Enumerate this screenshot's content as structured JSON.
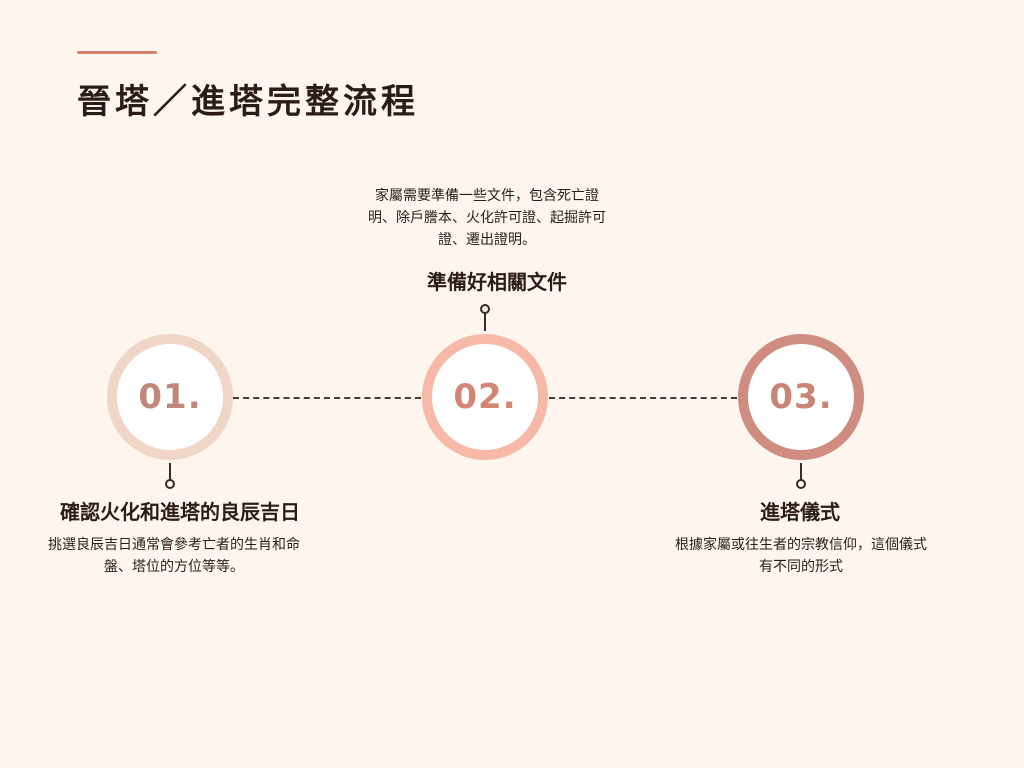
{
  "title": "晉塔／進塔完整流程",
  "colors": {
    "background": "#fdf5ee",
    "accent": "#d9826b",
    "ring_1": "#f0d6c7",
    "ring_2": "#f6b9a7",
    "ring_3": "#cf8d82"
  },
  "steps": [
    {
      "number": "01.",
      "title": "確認火化和進塔的良辰吉日",
      "description": "挑選良辰吉日通常會參考亡者的生肖和命盤、塔位的方位等等。"
    },
    {
      "number": "02.",
      "title": "準備好相關文件",
      "description": "家屬需要準備一些文件，包含死亡證明、除戶謄本、火化許可證、起掘許可證、遷出證明。"
    },
    {
      "number": "03.",
      "title": "進塔儀式",
      "description": "根據家屬或往生者的宗教信仰，這個儀式有不同的形式"
    }
  ]
}
